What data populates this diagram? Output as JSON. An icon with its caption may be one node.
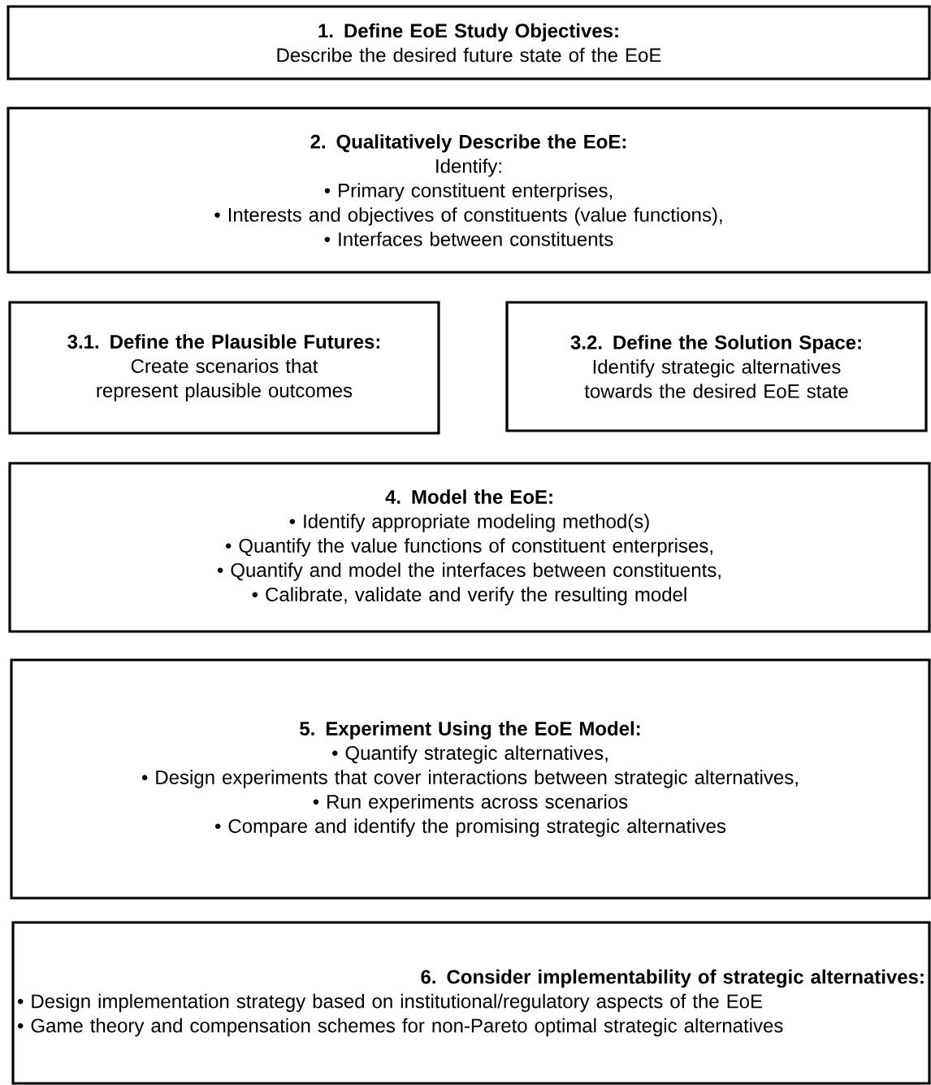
{
  "diagram": {
    "nodes": [
      {
        "text": [
          "1. Define EoE Study Objectives:",
          "Describe the desired future state of the EoE"
        ]
      },
      {
        "text": [
          "2. Qualitatively Describe the EoE:",
          "Identify:",
          "• Primary constituent enterprises,",
          "• Interests and objectives of constituents (value functions),",
          "• Interfaces between constituents"
        ]
      },
      {
        "text": [
          "3.1. Define the Plausible Futures:",
          "Create scenarios that represent plausible outcomes"
        ]
      },
      {
        "text": [
          "3.2. Define the Solution Space:",
          "Identify strategic alternatives towards the desired EoE state"
        ]
      },
      {
        "text": [
          "4. Model the EoE:",
          "• Identify appropriate modeling method(s)",
          "• Quantify the value functions of constituent enterprises,",
          "• Quantify and model the interfaces between constituents,",
          "• Calibrate, validate and verify the resulting model"
        ]
      },
      {
        "text": [
          "5. Experiment Using the EoE Model:",
          "• Quantify strategic alternatives,",
          "• Design experiments that cover interactions between strategic alternatives,",
          "• Run experiments across scenarios",
          "• Compare and identify the promising strategic alternatives"
        ]
      },
      {
        "text": [
          "6. Consider implementability of strategic alternatives:",
          "• Design implementation strategy based on institutional/regulatory aspects of the EoE",
          "• Game theory and compensation schemes for non-Pareto optimal strategic alternatives"
        ]
      }
    ]
  }
}
